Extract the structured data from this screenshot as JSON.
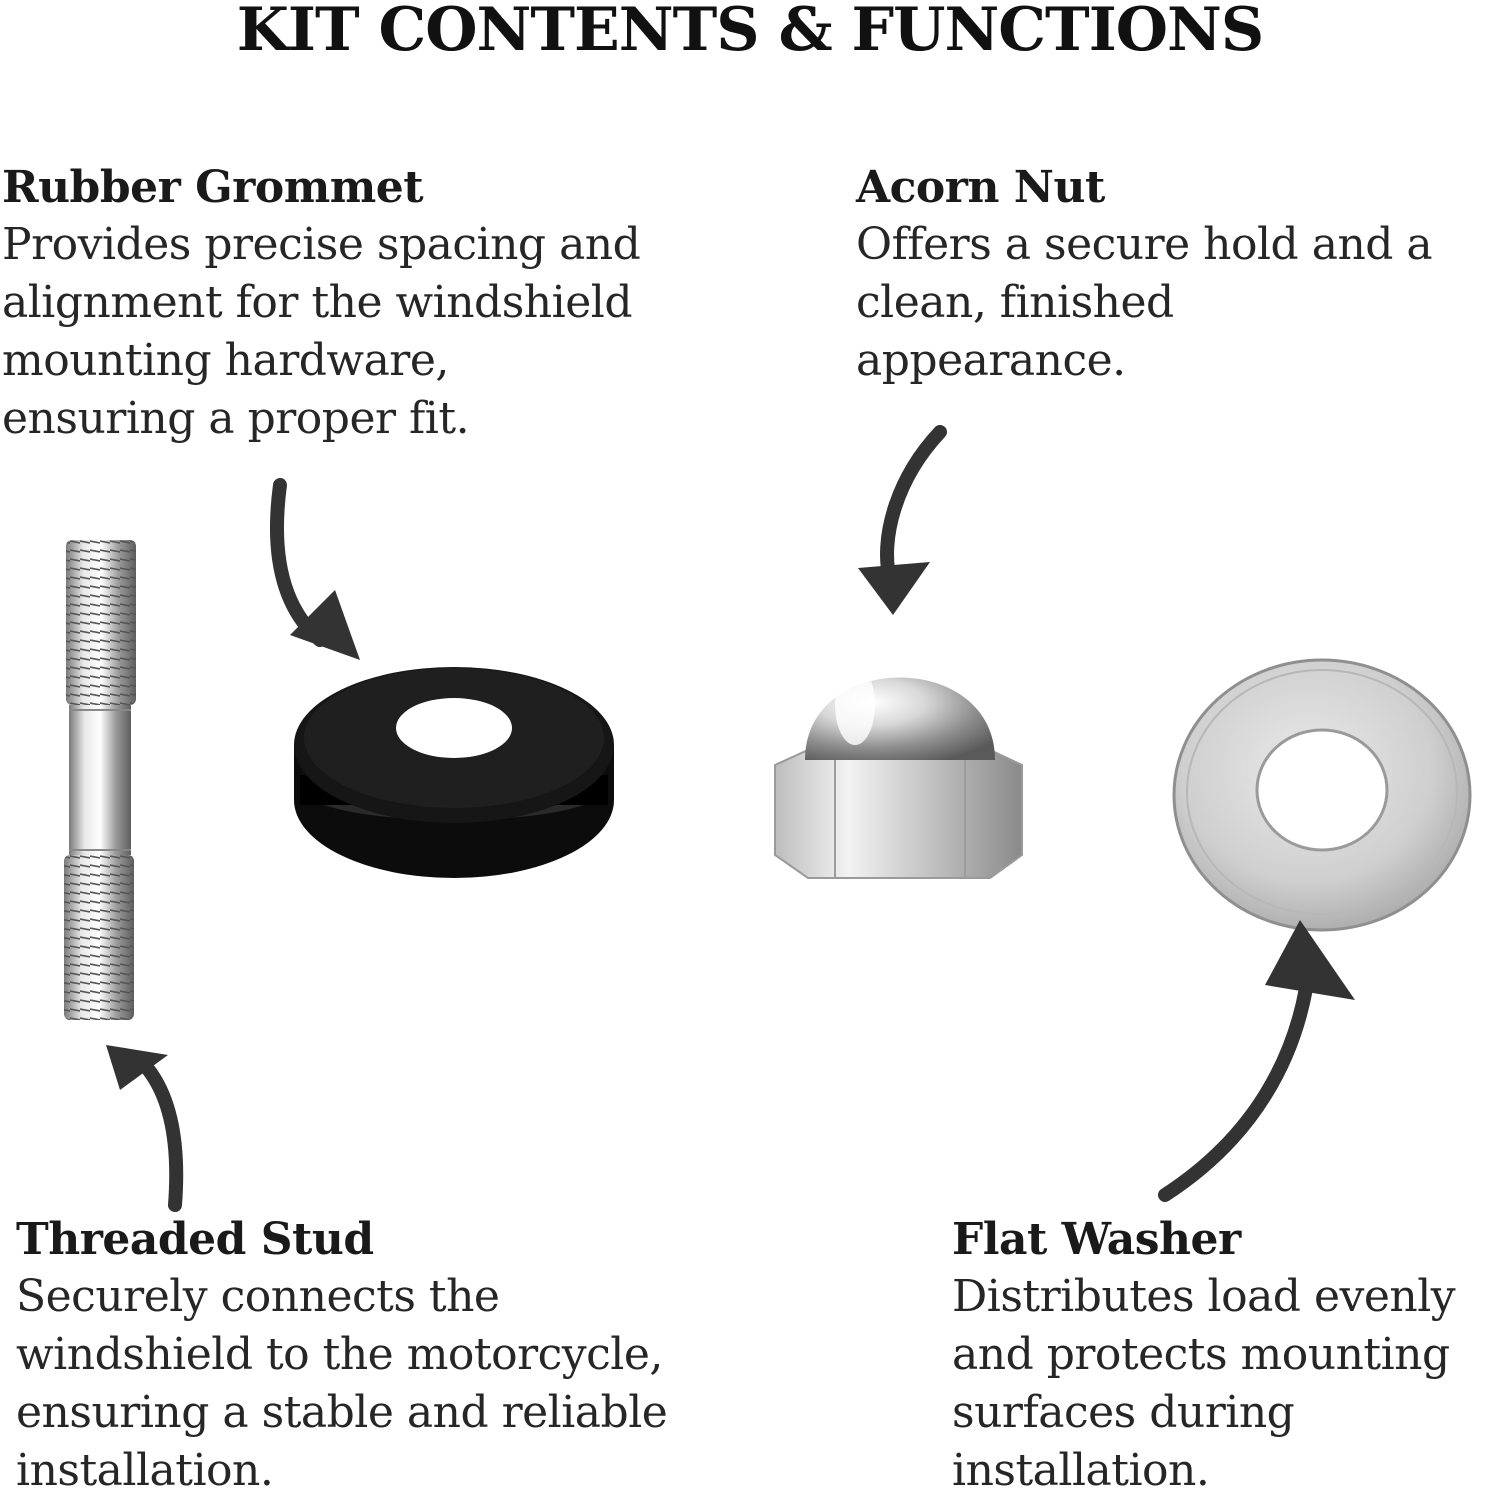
{
  "title": "KIT CONTENTS & FUNCTIONS",
  "items": [
    {
      "name": "Rubber Grommet",
      "lines": [
        "Provides precise spacing and",
        "alignment for the windshield",
        "mounting hardware,",
        "ensuring a proper fit."
      ]
    },
    {
      "name": "Acorn Nut",
      "lines": [
        "Offers a secure hold and a",
        "clean, finished",
        "appearance."
      ]
    },
    {
      "name": "Threaded Stud",
      "lines": [
        "Securely connects the",
        "windshield to the motorcycle,",
        "ensuring a stable and reliable",
        "installation."
      ]
    },
    {
      "name": "Flat Washer",
      "lines": [
        "Distributes load evenly",
        "and protects mounting",
        "surfaces during",
        "installation."
      ]
    }
  ],
  "colors": {
    "arrow": "#333333",
    "grommet": "#121212",
    "metal": "#c9c9c9"
  }
}
